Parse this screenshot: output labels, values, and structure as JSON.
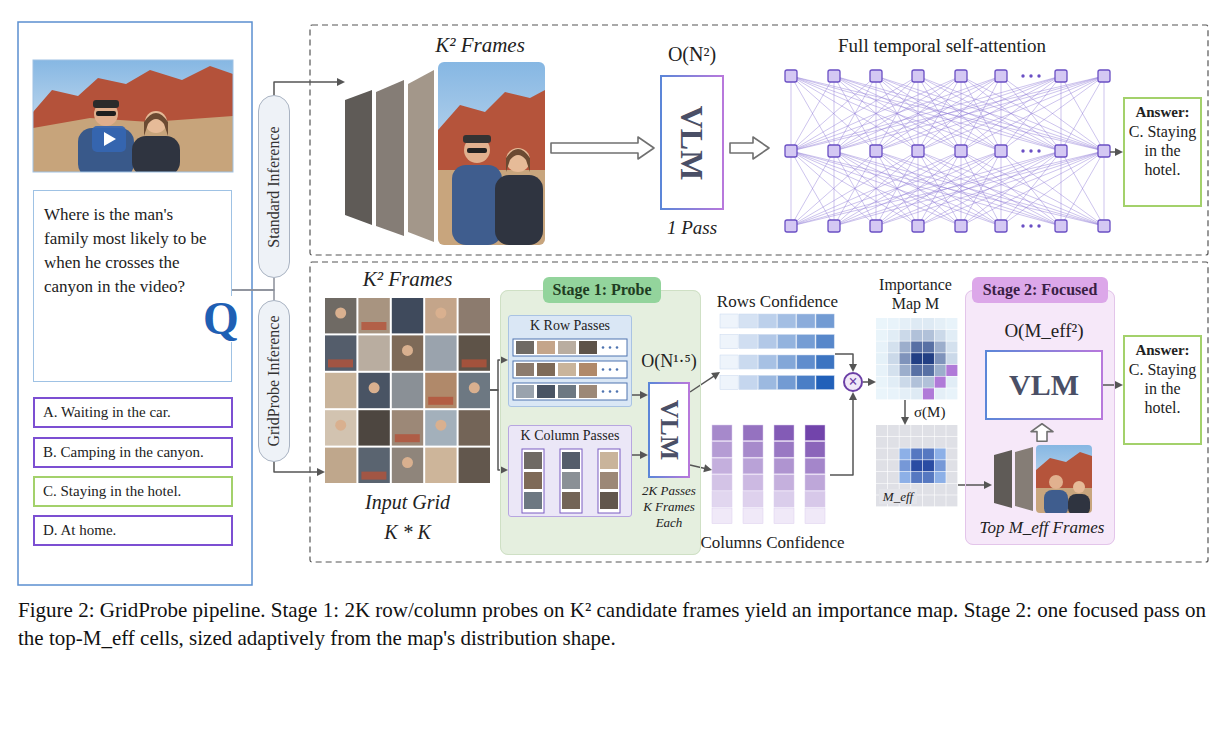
{
  "diagram": {
    "caption": "Figure 2: GridProbe pipeline. Stage 1: 2K row/column probes on K² candidate frames yield an importance map. Stage 2: one focused pass on the top-M_eff cells, sized adaptively from the map's distribution shape.",
    "nodes": [
      {
        "text": [
          "Where is the man's family most likely to be when he crosses the canyon in the video?"
        ]
      },
      {
        "text": [
          "A. Waiting in the car."
        ]
      },
      {
        "text": [
          "B. Camping in the canyon."
        ]
      },
      {
        "text": [
          "C. Staying in the hotel."
        ]
      },
      {
        "text": [
          "D. At home."
        ]
      },
      {
        "text": [
          "Standard Inference"
        ]
      },
      {
        "text": [
          "GridProbe Inference"
        ]
      },
      {
        "text": [
          "K² Frames"
        ]
      },
      {
        "text": [
          "O(N²)",
          "VLM",
          "1 Pass"
        ]
      },
      {
        "text": [
          "Full temporal self-attention"
        ]
      },
      {
        "text": [
          "Answer:",
          "C. Staying in the hotel."
        ]
      },
      {
        "text": [
          "K² Frames",
          "Input Grid",
          "K * K"
        ]
      },
      {
        "text": [
          "Stage 1: Probe"
        ]
      },
      {
        "text": [
          "K Row Passes"
        ],
        "in": 12
      },
      {
        "text": [
          "K Column Passes"
        ],
        "in": 12
      },
      {
        "text": [
          "O(N¹·⁵)",
          "VLM",
          "2K Passes K Frames Each"
        ],
        "in": 12
      },
      {
        "text": [
          "Rows Confidence"
        ]
      },
      {
        "text": [
          "Columns Confidence"
        ]
      },
      {
        "text": [
          "×"
        ]
      },
      {
        "text": [
          "Importance Map M"
        ]
      },
      {
        "text": [
          "σ(M)",
          "M_eff"
        ]
      },
      {
        "text": [
          "Stage 2: Focused"
        ]
      },
      {
        "text": [
          "O(M_eff²)",
          "VLM"
        ],
        "in": 21
      },
      {
        "text": [
          "Top M_eff Frames"
        ],
        "in": 21
      },
      {
        "text": [
          "Answer:",
          "C. Staying in the hotel."
        ]
      }
    ],
    "edges": [
      {
        "from": 0,
        "to": 5,
        "arrow": "none"
      },
      {
        "from": 0,
        "to": 6,
        "arrow": "none"
      },
      {
        "from": 5,
        "to": 7,
        "arrow": "to"
      },
      {
        "from": 6,
        "to": 11,
        "arrow": "to"
      },
      {
        "from": 7,
        "to": 8,
        "arrow": "to"
      },
      {
        "from": 8,
        "to": 9,
        "arrow": "to"
      },
      {
        "from": 9,
        "to": 10,
        "arrow": "to"
      },
      {
        "from": 11,
        "to": 13,
        "arrow": "to"
      },
      {
        "from": 11,
        "to": 14,
        "arrow": "to"
      },
      {
        "from": 13,
        "to": 15,
        "arrow": "to"
      },
      {
        "from": 14,
        "to": 15,
        "arrow": "to"
      },
      {
        "from": 15,
        "to": 16,
        "arrow": "to"
      },
      {
        "from": 15,
        "to": 17,
        "arrow": "to"
      },
      {
        "from": 16,
        "to": 18,
        "arrow": "to"
      },
      {
        "from": 17,
        "to": 18,
        "arrow": "to"
      },
      {
        "from": 18,
        "to": 19,
        "arrow": "to"
      },
      {
        "from": 19,
        "to": 20,
        "arrow": "to"
      },
      {
        "from": 20,
        "to": 23,
        "arrow": "to"
      },
      {
        "from": 23,
        "to": 22,
        "arrow": "to"
      },
      {
        "from": 22,
        "to": 24,
        "arrow": "to"
      }
    ],
    "labels": [
      "Q"
    ]
  }
}
